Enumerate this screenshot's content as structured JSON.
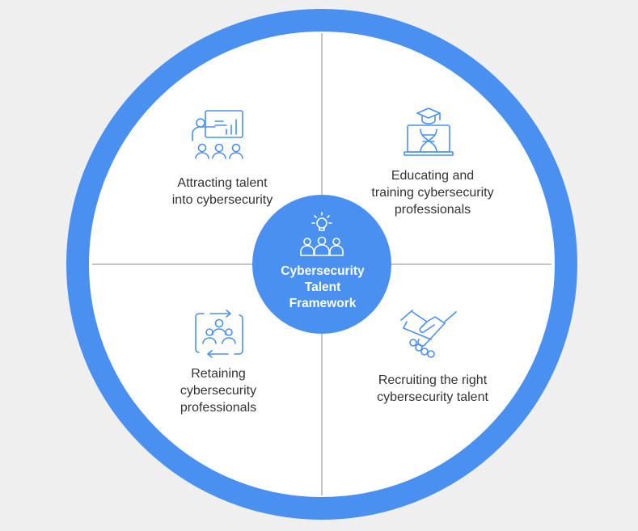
{
  "center": {
    "title": "Cybersecurity\nTalent\nFramework",
    "icon": "team-lightbulb-icon"
  },
  "quadrants": [
    {
      "label": "Attracting talent\ninto cybersecurity",
      "icon": "presentation-audience-icon"
    },
    {
      "label": "Educating and\ntraining cybersecurity\nprofessionals",
      "icon": "graduate-laptop-icon"
    },
    {
      "label": "Retaining\ncybersecurity\nprofessionals",
      "icon": "team-cycle-icon"
    },
    {
      "label": "Recruiting the right\ncybersecurity talent",
      "icon": "handshake-icon"
    }
  ],
  "colors": {
    "background": "#efefef",
    "ring": "#4a90f0",
    "circle_fill": "#ffffff",
    "divider": "#8a8a8a",
    "icon_stroke": "#4a90f0",
    "text": "#333333",
    "center_text": "#ffffff"
  }
}
